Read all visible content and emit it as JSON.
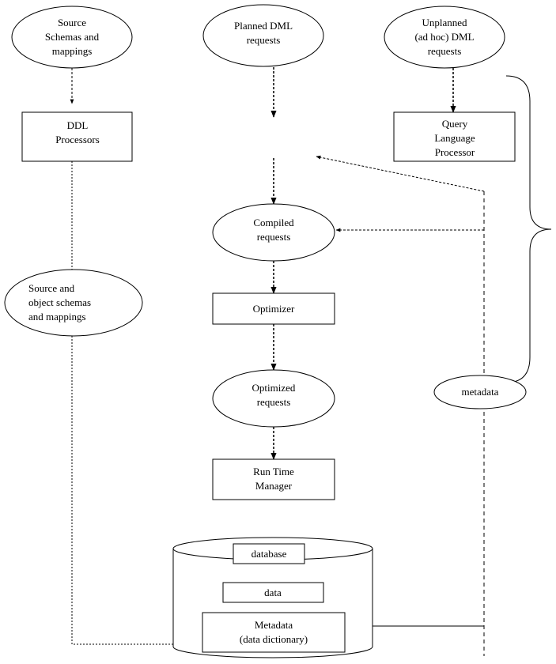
{
  "colors": {
    "stroke": "#000000",
    "background": "#ffffff"
  },
  "nodes": {
    "source_schemas": {
      "lines": [
        "Source",
        "Schemas and",
        "mappings"
      ]
    },
    "planned_dml": {
      "lines": [
        "Planned DML",
        "requests"
      ]
    },
    "unplanned_dml": {
      "lines": [
        "Unplanned",
        "(ad hoc) DML",
        "requests"
      ]
    },
    "ddl_processors": {
      "lines": [
        "DDL",
        "Processors"
      ]
    },
    "query_processor": {
      "lines": [
        "Query",
        "Language",
        "Processor"
      ]
    },
    "compiled_requests": {
      "lines": [
        "Compiled",
        "requests"
      ]
    },
    "source_object_schemas": {
      "lines": [
        "Source and",
        "object schemas",
        "and mappings"
      ]
    },
    "optimizer": {
      "lines": [
        "Optimizer"
      ]
    },
    "optimized_requests": {
      "lines": [
        "Optimized",
        "requests"
      ]
    },
    "metadata": {
      "lines": [
        "metadata"
      ]
    },
    "run_time_manager": {
      "lines": [
        "Run Time",
        "Manager"
      ]
    },
    "database": {
      "lines": [
        "database"
      ]
    },
    "data": {
      "lines": [
        "data"
      ]
    },
    "metadata_dictionary": {
      "lines": [
        "Metadata",
        "(data dictionary)"
      ]
    }
  }
}
